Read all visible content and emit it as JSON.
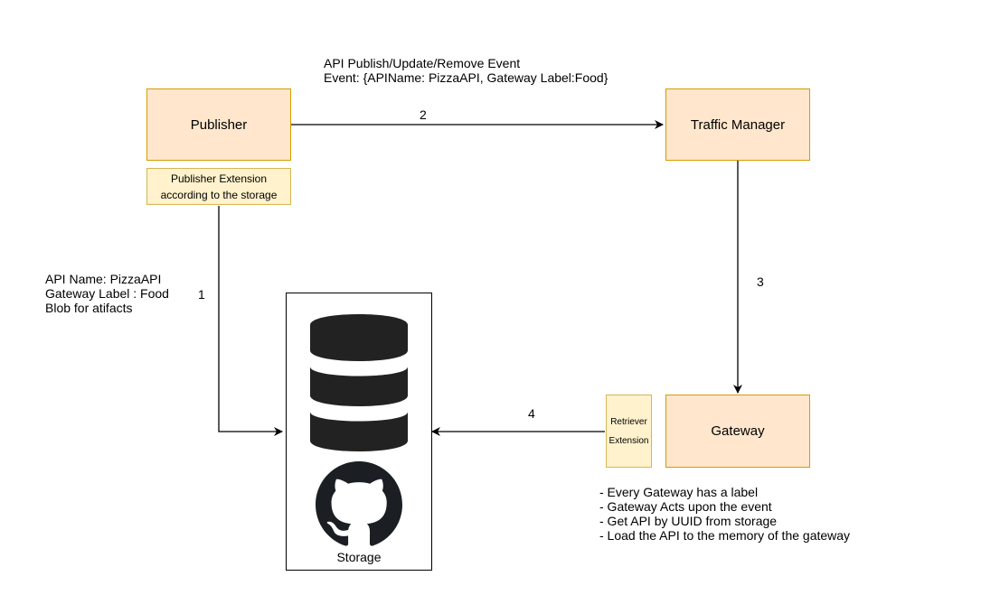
{
  "nodes": {
    "publisher": "Publisher",
    "traffic_manager": "Traffic Manager",
    "gateway": "Gateway",
    "publisher_extension": [
      "Publisher Extension",
      "according to the storage"
    ],
    "retriever_extension": [
      "Retriever",
      "Extension"
    ],
    "storage": "Storage"
  },
  "edges": {
    "step2_label": "2",
    "step2_note": [
      "API Publish/Update/Remove Event",
      "Event: {APIName: PizzaAPI, Gateway Label:Food}"
    ],
    "step1_label": "1",
    "step1_note": [
      "API Name: PizzaAPI",
      "Gateway Label : Food",
      "Blob for atifacts"
    ],
    "step3_label": "3",
    "step4_label": "4"
  },
  "gateway_notes": [
    "- Every Gateway has a label",
    "- Gateway Acts upon the event",
    "- Get API by UUID from storage",
    "- Load the API to the memory of the gateway"
  ],
  "icons": [
    "database-icon",
    "github-icon"
  ],
  "colors": {
    "main_fill": "#ffe6cc",
    "main_stroke": "#d79b00",
    "ext_fill": "#fff2cc",
    "ext_stroke": "#d6b656"
  }
}
